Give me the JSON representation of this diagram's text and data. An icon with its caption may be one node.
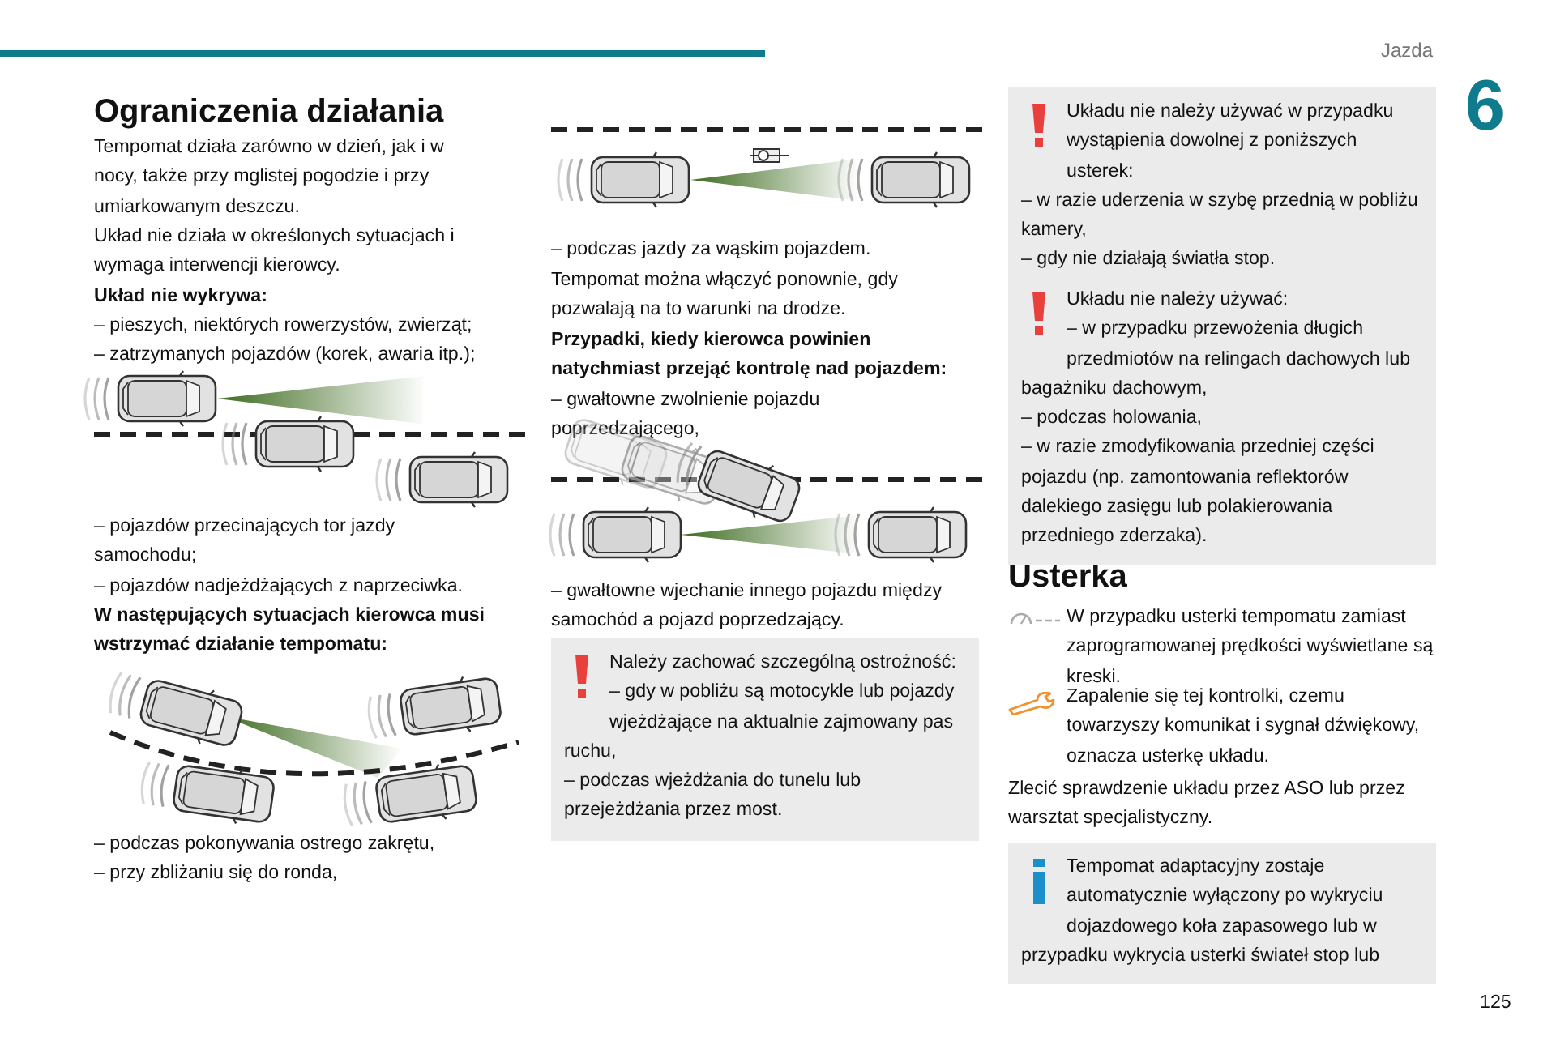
{
  "diagram": {
    "title": "Ograniczenia działania",
    "nodes": [
      {
        "text": [
          "Należy zachować szczególną ostrożność:",
          "– gdy w pobliżu są motocykle lub pojazdy wjeżdżające na aktualnie zajmowany pas ruchu,",
          "– podczas wjeżdżania do tunelu lub przejeżdżania przez most."
        ]
      },
      {
        "text": [
          "Układu nie należy używać w przypadku wystąpienia dowolnej z poniższych usterek:",
          "– w razie uderzenia w szybę przednią w pobliżu kamery,",
          "– gdy nie działają światła stop."
        ]
      },
      {
        "text": [
          "Układu nie należy używać:",
          "– w przypadku przewożenia długich przedmiotów na relingach dachowych lub bagażniku dachowym,",
          "– podczas holowania,",
          "– w razie zmodyfikowania przedniej części pojazdu (np. zamontowania reflektorów dalekiego zasięgu lub polakierowania przedniego zderzaka)."
        ]
      },
      {
        "text": [
          "Tempomat adaptacyjny zostaje automatycznie wyłączony po wykryciu dojazdowego koła zapasowego lub w przypadku wykrycia usterki świateł stop lub"
        ]
      }
    ],
    "labels": [
      "Jazda",
      "6",
      "Tempomat działa zarówno w dzień, jak i w nocy, także przy mglistej pogodzie i przy umiarkowanym deszczu.",
      "Układ nie działa w określonych sytuacjach i wymaga interwencji kierowcy.",
      "Układ nie wykrywa:",
      "– pieszych, niektórych rowerzystów, zwierząt;",
      "– zatrzymanych pojazdów (korek, awaria itp.);",
      "– pojazdów przecinających tor jazdy samochodu;",
      "– pojazdów nadjeżdżających z naprzeciwka.",
      "W następujących sytuacjach kierowca musi wstrzymać działanie tempomatu:",
      "– podczas pokonywania ostrego zakrętu,",
      "– przy zbliżaniu się do ronda,",
      "– podczas jazdy za wąskim pojazdem.",
      "Tempomat można włączyć ponownie, gdy pozwalają na to warunki na drodze.",
      "Przypadki, kiedy kierowca powinien natychmiast przejąć kontrolę nad pojazdem:",
      "– gwałtowne zwolnienie pojazdu poprzedzającego,",
      "– gwałtowne wjechanie innego pojazdu między samochód a pojazd poprzedzający.",
      "Usterka",
      "W przypadku usterki tempomatu zamiast zaprogramowanej prędkości wyświetlane są kreski.",
      "Zapalenie się tej kontrolki, czemu towarzyszy komunikat i sygnał dźwiękowy, oznacza usterkę układu.",
      "Zlecić sprawdzenie układu przez ASO lub przez warsztat specjalistyczny.",
      "125"
    ]
  }
}
